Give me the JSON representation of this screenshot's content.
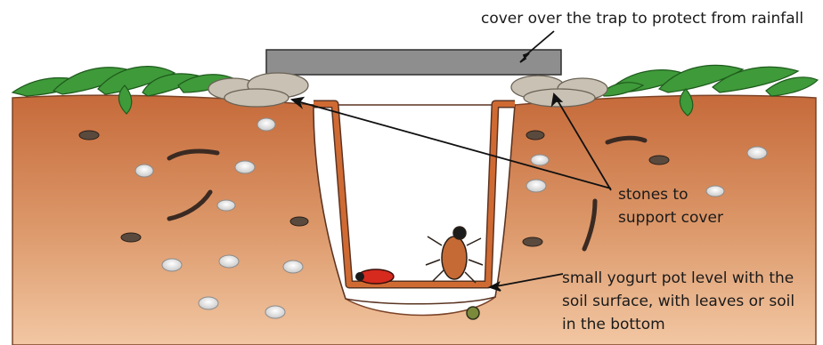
{
  "labels": {
    "cover": "cover over the trap to protect from rainfall",
    "stones": [
      "stones to",
      "support cover"
    ],
    "pot": [
      "small yogurt pot level with the",
      "soil surface, with leaves or soil",
      "in the bottom"
    ]
  },
  "colors": {
    "soil_top": "#c9703e",
    "soil_deep": "#e9b48c",
    "pot_outline": "#d06a33",
    "cover": "#8e8e8e",
    "leaves": "#3f9a3a",
    "stones": "#c8c1b4",
    "beetle": "#d62a1f"
  }
}
